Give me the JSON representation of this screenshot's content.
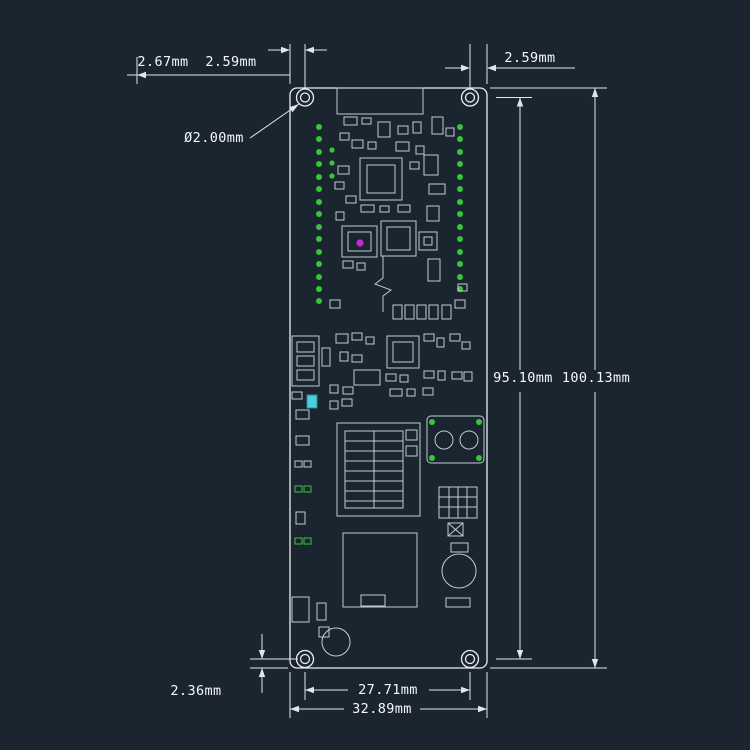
{
  "colors": {
    "bg": "#1b2530",
    "board": "#e8eef3",
    "comp": "#c2cbd3",
    "dim": "#dfe6ec",
    "text": "#f5f8fa",
    "green": "#38c53a",
    "magenta": "#c32bd4",
    "cyan": "#49cfe0"
  },
  "dimensions": {
    "top_left_offset": "2.67mm",
    "top_left_hole_gap": "2.59mm",
    "top_right_hole_gap": "2.59mm",
    "hole_diameter": "Ø2.00mm",
    "hole_span_height": "95.10mm",
    "board_height": "100.13mm",
    "bottom_left_offset": "2.36mm",
    "hole_span_width": "27.71mm",
    "board_width": "32.89mm"
  }
}
